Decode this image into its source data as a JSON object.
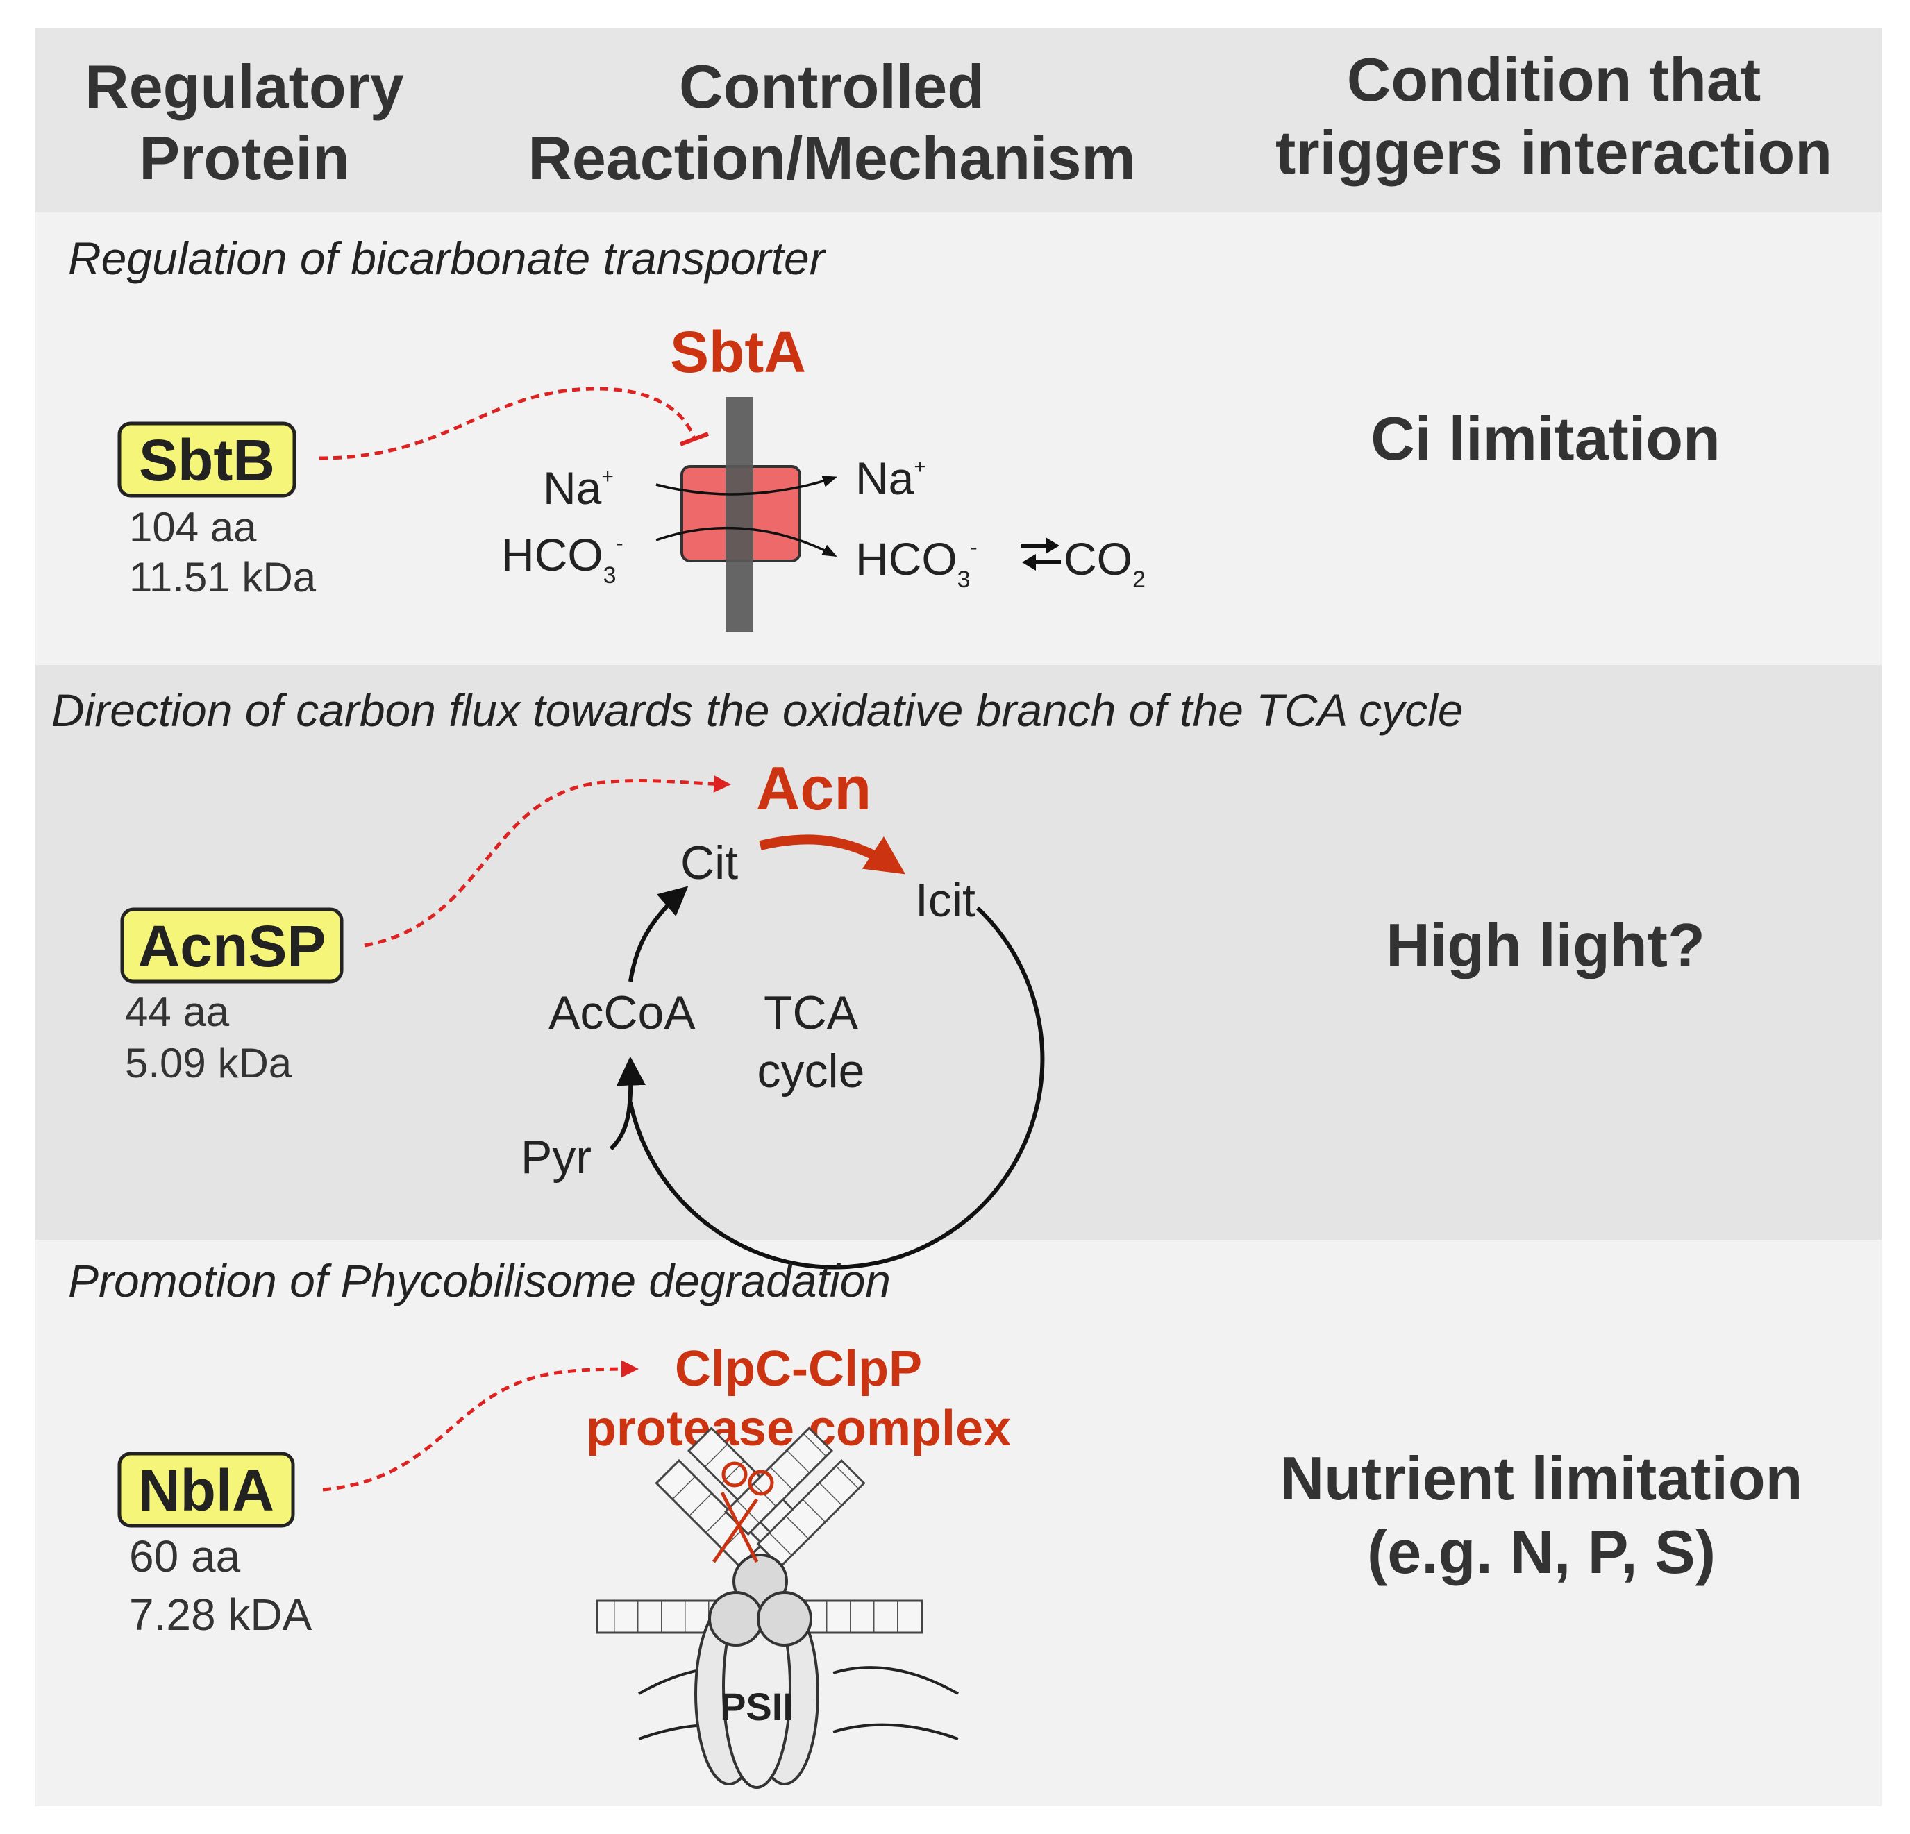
{
  "colors": {
    "header_bg": "#e6e6e6",
    "light_row_bg": "#f2f2f2",
    "dark_row_bg": "#e4e4e4",
    "accent_red": "#cc3311",
    "arrow_red": "#dd2222",
    "protein_box_fill": "#f5f57a",
    "transporter_fill": "#ee6a6a",
    "membrane_gray": "#595959"
  },
  "header": {
    "col1": [
      "Regulatory",
      "Protein"
    ],
    "col2": [
      "Controlled",
      "Reaction/Mechanism"
    ],
    "col3": [
      "Condition that",
      "triggers interaction"
    ]
  },
  "rows": [
    {
      "title": "Regulation of bicarbonate transporter",
      "protein": "SbtB",
      "length": "104 aa",
      "mass": "11.51 kDa",
      "target": "SbtA",
      "condition": [
        "Ci limitation"
      ],
      "labels": {
        "na_in": "Na",
        "na_out": "Na",
        "na_charge": "+",
        "hco3_in": "HCO",
        "hco3_out": "HCO",
        "hco3_sub": "3",
        "hco3_charge": "-",
        "co2": "CO",
        "co2_sub": "2"
      }
    },
    {
      "title": "Direction of carbon flux towards the oxidative branch of the TCA cycle",
      "protein": "AcnSP",
      "length": "44 aa",
      "mass": "5.09 kDa",
      "target": "Acn",
      "condition": [
        "High light?"
      ],
      "labels": {
        "cit": "Cit",
        "icit": "Icit",
        "accoa": "AcCoA",
        "tca1": "TCA",
        "tca2": "cycle",
        "pyr": "Pyr"
      }
    },
    {
      "title": "Promotion of Phycobilisome degradation",
      "protein": "NblA",
      "length": "60 aa",
      "mass": "7.28 kDA",
      "target": [
        "ClpC-ClpP",
        "protease complex"
      ],
      "condition": [
        "Nutrient limitation",
        "(e.g. N, P, S)"
      ],
      "labels": {
        "psii": "PSII"
      }
    }
  ]
}
